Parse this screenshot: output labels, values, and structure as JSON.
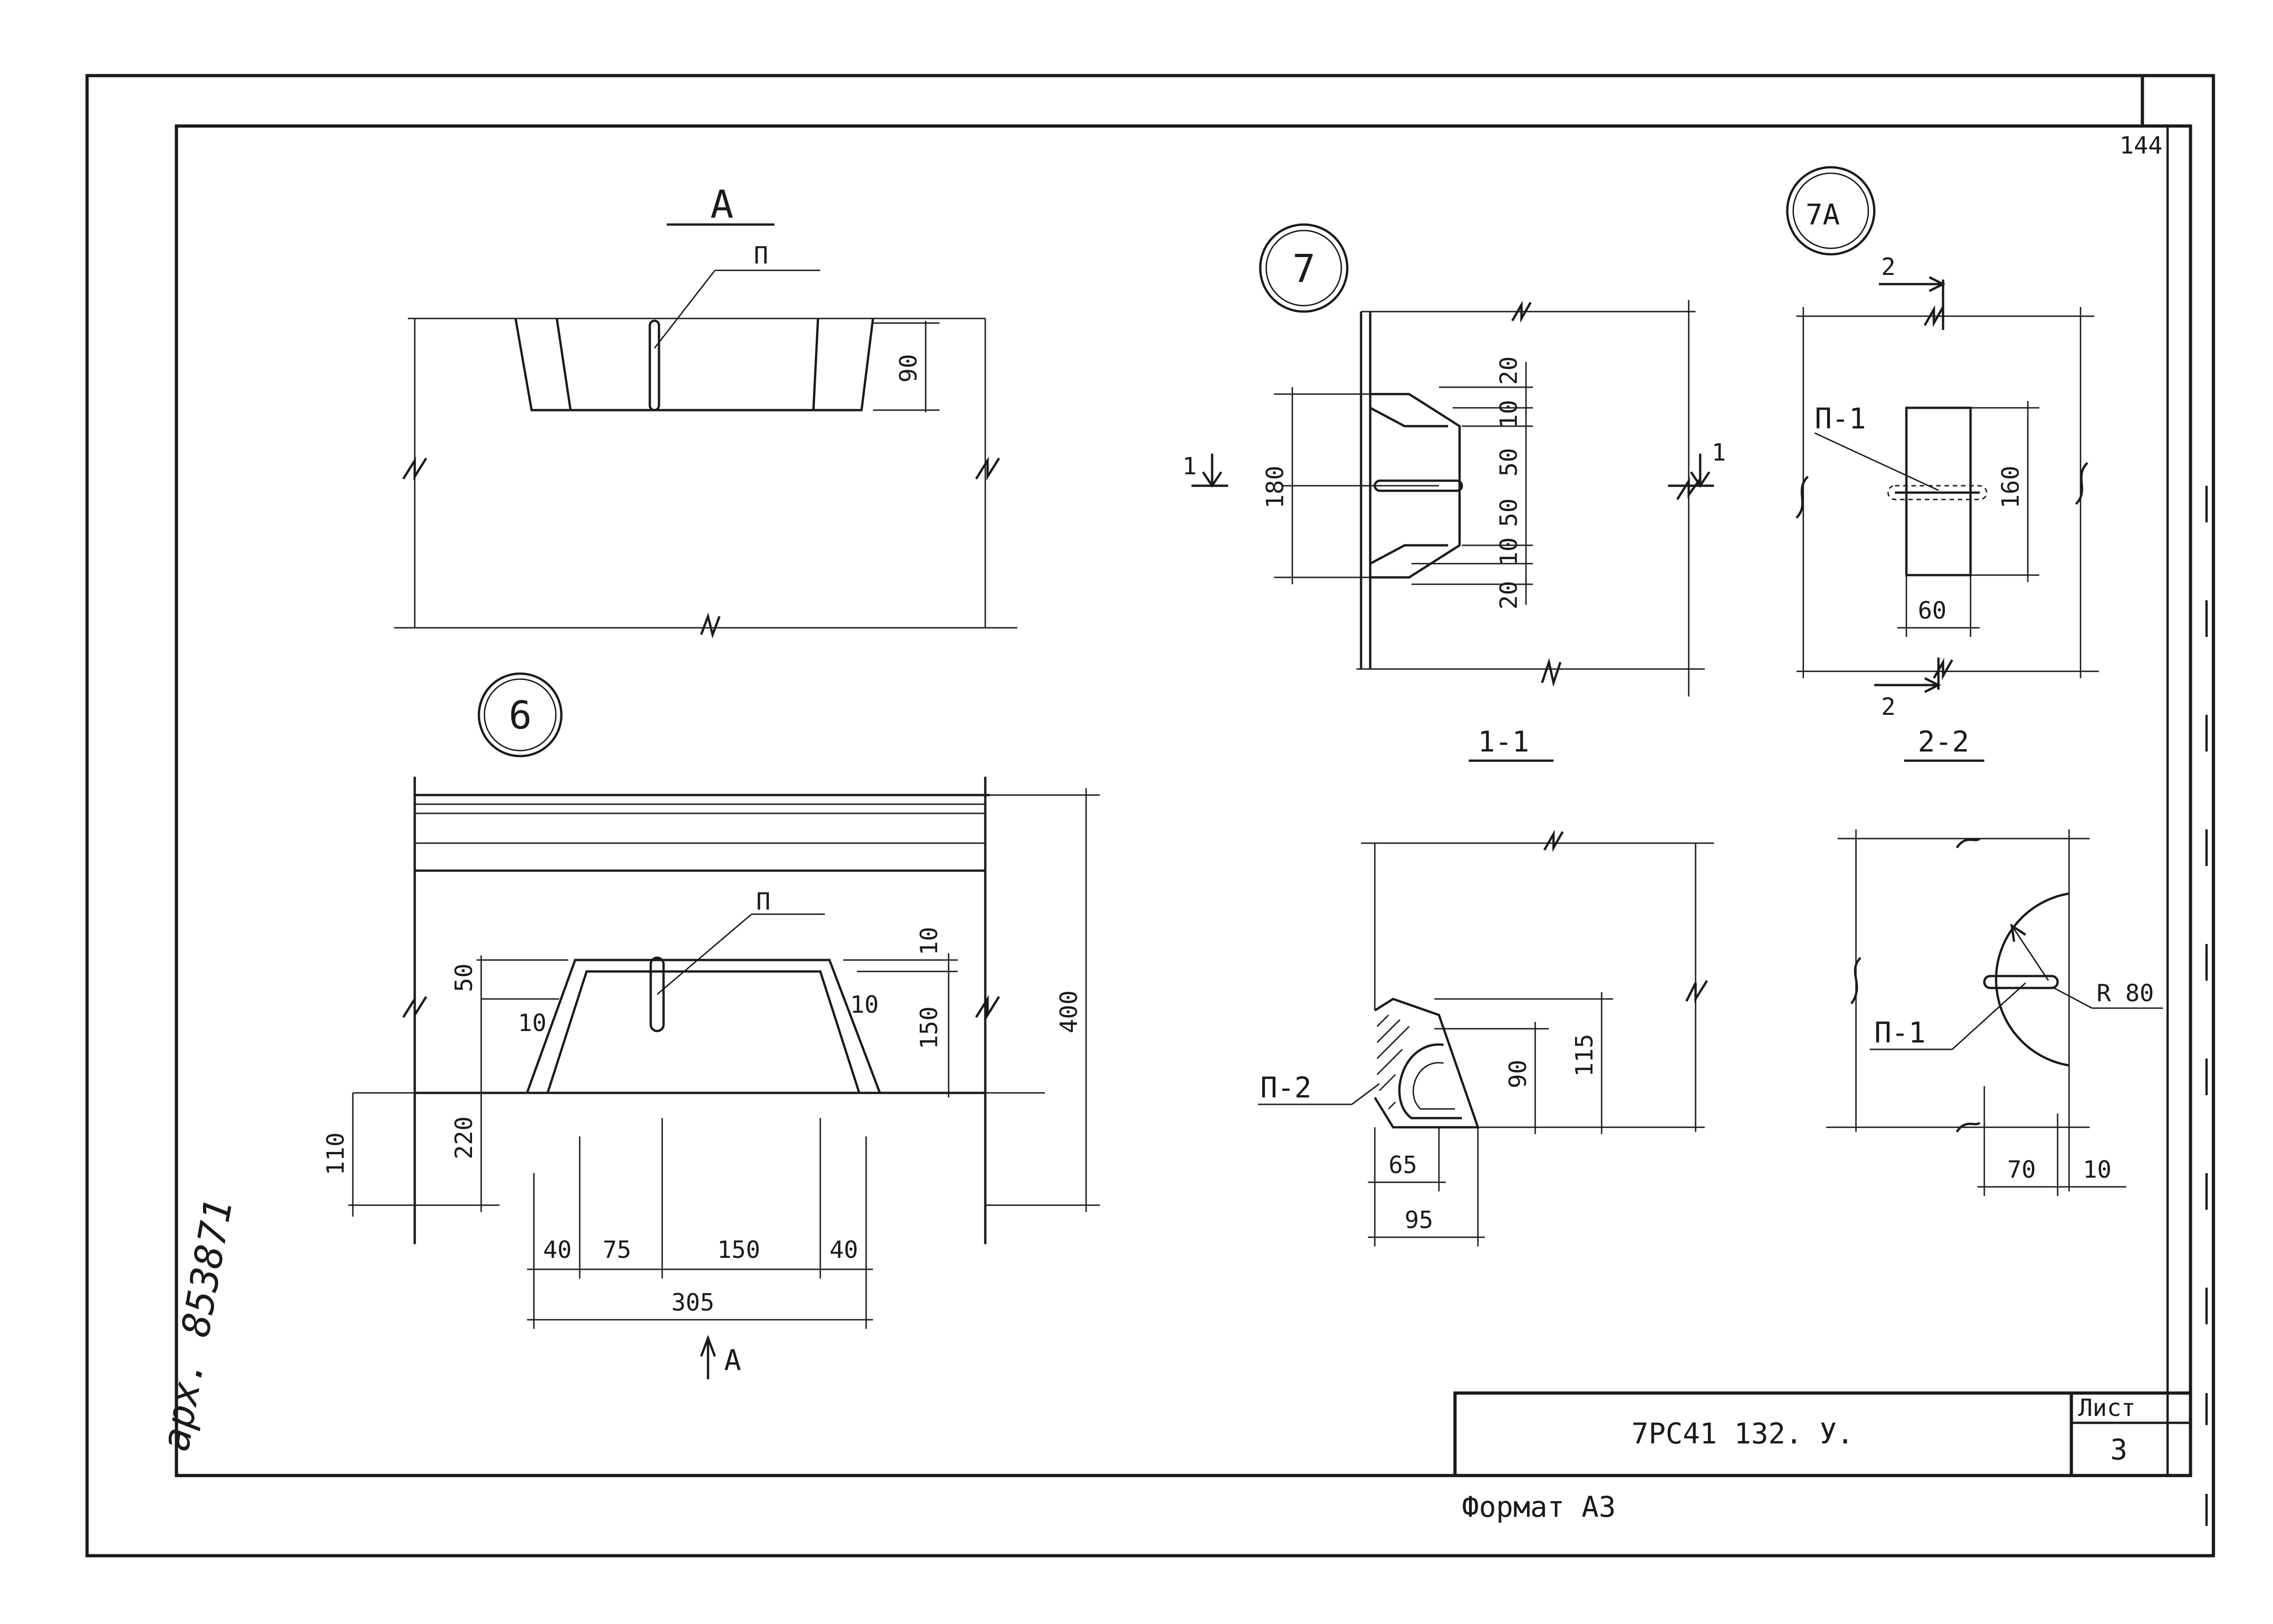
{
  "sheet": {
    "page_number": "144",
    "archive_number": "арх. 853871",
    "format_label": "Формат А3",
    "title_block": {
      "code": "7РС41 132. У.",
      "sheet_label": "Лист",
      "sheet_number": "3"
    }
  },
  "view_a": {
    "title": "А",
    "part_label": "П",
    "dims": {
      "d90": "90"
    }
  },
  "detail_6": {
    "marker": "6",
    "part_label": "П",
    "direction_label": "А",
    "dims": {
      "d10a": "10",
      "d50": "50",
      "d10b": "10",
      "d10c": "10",
      "d150": "150",
      "d400": "400",
      "d220": "220",
      "d110": "110",
      "d40a": "40",
      "d75": "75",
      "d150b": "150",
      "d40b": "40",
      "d305": "305"
    }
  },
  "detail_7": {
    "marker": "7",
    "cut_label": "1",
    "dims": {
      "d180": "180",
      "d20a": "20",
      "d10a": "10",
      "d50a": "50",
      "d50b": "50",
      "d10b": "10",
      "d20b": "20"
    }
  },
  "detail_7a": {
    "marker": "7А",
    "cut_label": "2",
    "part_label": "П-1",
    "dims": {
      "d160": "160",
      "d60": "60"
    }
  },
  "section_1_1": {
    "title": "1-1",
    "part_label": "П-2",
    "dims": {
      "d90": "90",
      "d115": "115",
      "d65": "65",
      "d95": "95"
    }
  },
  "section_2_2": {
    "title": "2-2",
    "part_label": "П-1",
    "dims": {
      "r80": "R 80",
      "d70": "70",
      "d10": "10"
    }
  }
}
